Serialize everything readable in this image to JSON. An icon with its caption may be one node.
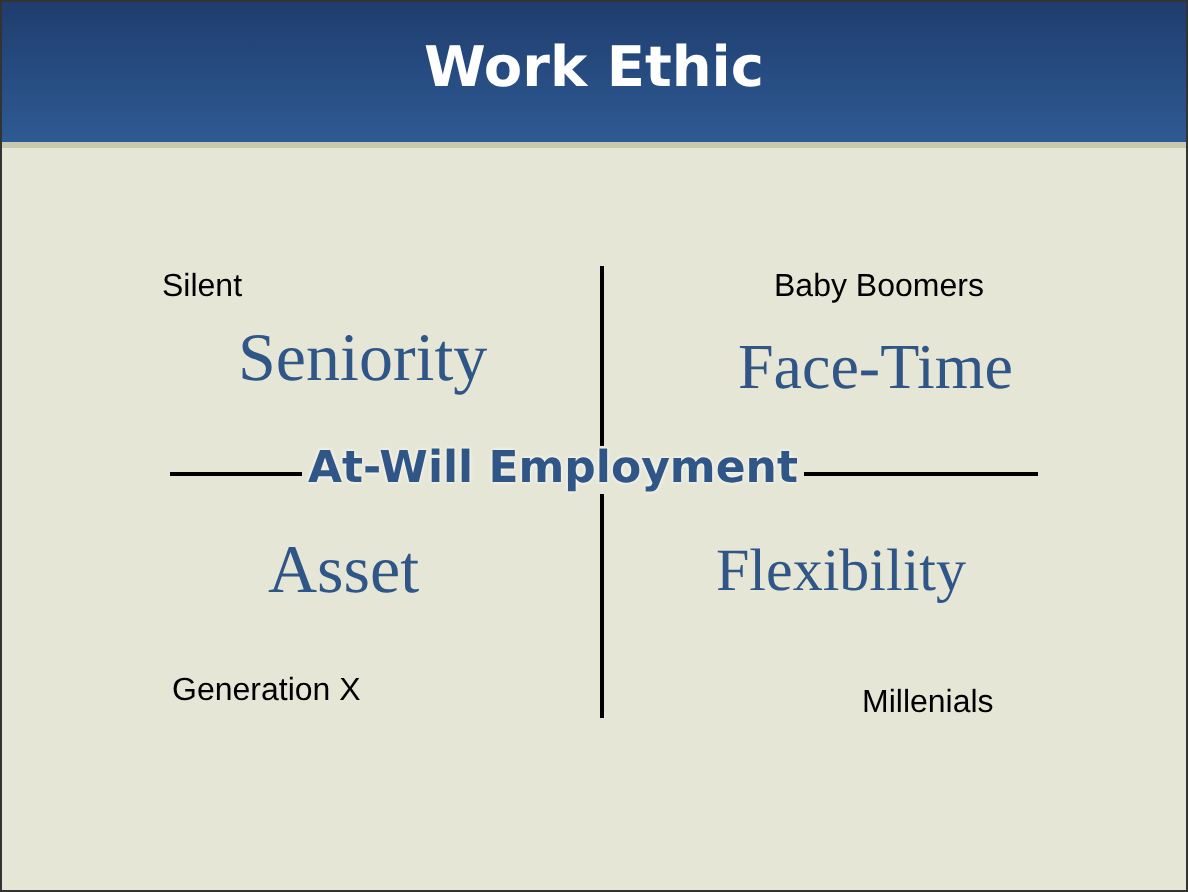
{
  "diagram": {
    "title": "Work Ethic",
    "labels": [
      "Silent",
      "Baby Boomers",
      "Seniority",
      "Face-Time",
      "At-Will Employment",
      "Asset",
      "Flexibility",
      "Generation X",
      "Millenials"
    ]
  }
}
